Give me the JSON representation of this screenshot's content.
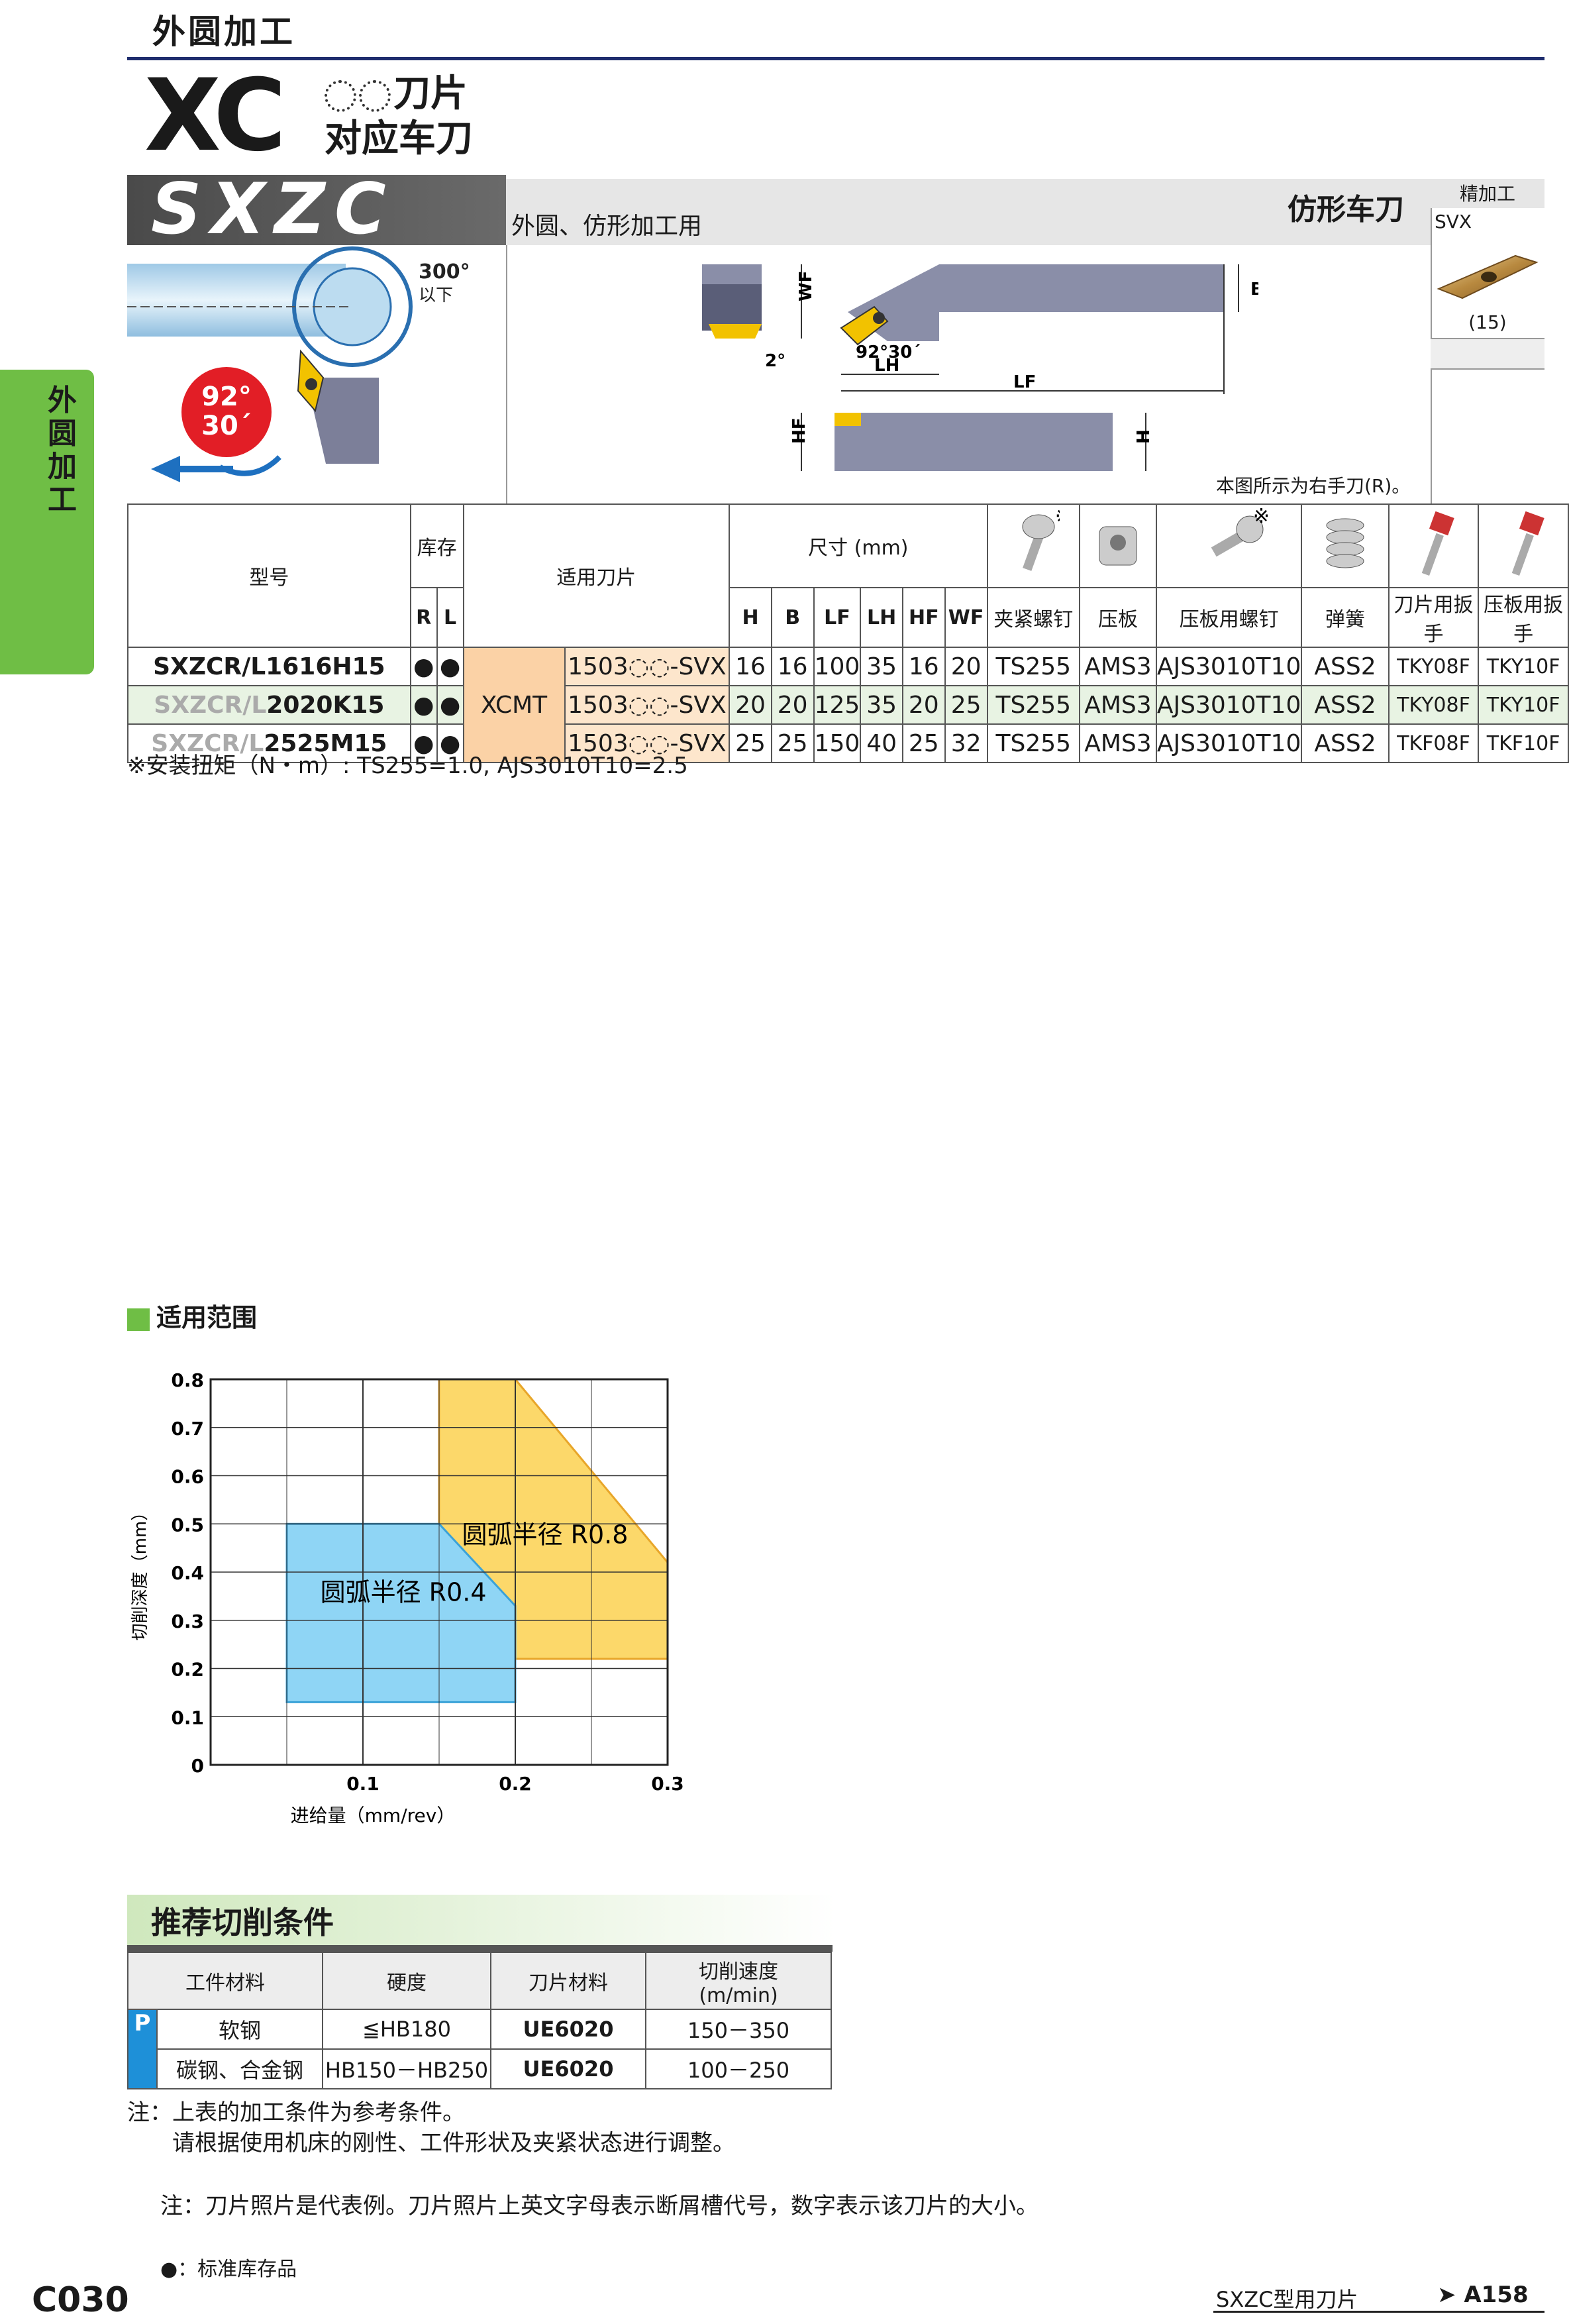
{
  "header": {
    "section": "外圆加工",
    "series": "XC",
    "sub_line1": "刀片",
    "sub_line2": "对应车刀"
  },
  "brand": {
    "name": "SXZC",
    "usage": "外圆、仿形加工用",
    "type": "仿形车刀"
  },
  "side_tab": {
    "label": "外圆加工"
  },
  "insert_box": {
    "grade": "精加工",
    "code": "SVX",
    "count": "(15)"
  },
  "diagram": {
    "angle_top": "300°",
    "angle_top_sub": "以下",
    "angle_red_1": "92°",
    "angle_red_2": "30´",
    "dim_WF": "WF",
    "dim_B": "B",
    "dim_LH": "LH",
    "dim_LF": "LF",
    "dim_HF": "HF",
    "dim_H": "H",
    "angle_main": "92°30´",
    "angle_small": "2°",
    "note": "本图所示为右手刀(R)。"
  },
  "table": {
    "h_model": "型号",
    "h_stock": "库存",
    "h_R": "R",
    "h_L": "L",
    "h_insert": "适用刀片",
    "h_dims": "尺寸 (mm)",
    "dim_cols": [
      "H",
      "B",
      "LF",
      "LH",
      "HF",
      "WF"
    ],
    "part_cols": [
      "夹紧螺钉",
      "压板",
      "压板用螺钉",
      "弹簧",
      "刀片用扳手",
      "压板用扳手"
    ],
    "mark": "※",
    "insert_family": "XCMT",
    "rows": [
      {
        "model_prefix": "",
        "model": "SXZCR/L1616H15",
        "R": "●",
        "L": "●",
        "insert": "1503◌◌-SVX",
        "dims": [
          "16",
          "16",
          "100",
          "35",
          "16",
          "20"
        ],
        "parts": [
          "TS255",
          "AMS3",
          "AJS3010T10",
          "ASS2",
          "TKY08F",
          "TKY10F"
        ]
      },
      {
        "model_prefix": "SXZCR/L",
        "model": "2020K15",
        "R": "●",
        "L": "●",
        "insert": "1503◌◌-SVX",
        "dims": [
          "20",
          "20",
          "125",
          "35",
          "20",
          "25"
        ],
        "parts": [
          "TS255",
          "AMS3",
          "AJS3010T10",
          "ASS2",
          "TKY08F",
          "TKY10F"
        ]
      },
      {
        "model_prefix": "SXZCR/L",
        "model": "2525M15",
        "R": "●",
        "L": "●",
        "insert": "1503◌◌-SVX",
        "dims": [
          "25",
          "25",
          "150",
          "40",
          "25",
          "32"
        ],
        "parts": [
          "TS255",
          "AMS3",
          "AJS3010T10",
          "ASS2",
          "TKF08F",
          "TKF10F"
        ]
      }
    ],
    "torque_note": "※安装扭矩（N・m）: TS255=1.0, AJS3010T10=2.5"
  },
  "range_section": {
    "title": "适用范围"
  },
  "chart_data": {
    "type": "area",
    "xlabel": "进给量（mm/rev）",
    "ylabel": "切削深度（mm）",
    "xlim": [
      0,
      0.3
    ],
    "ylim": [
      0,
      0.8
    ],
    "xticks": [
      "0.1",
      "0.2",
      "0.3"
    ],
    "yticks": [
      "0",
      "0.1",
      "0.2",
      "0.3",
      "0.4",
      "0.5",
      "0.6",
      "0.7",
      "0.8"
    ],
    "grid": true,
    "series": [
      {
        "name": "圆弧半径 R0.8",
        "color": "#fcd86a",
        "polygon": [
          [
            0.15,
            0.22
          ],
          [
            0.15,
            0.8
          ],
          [
            0.2,
            0.8
          ],
          [
            0.3,
            0.42
          ],
          [
            0.3,
            0.22
          ]
        ]
      },
      {
        "name": "圆弧半径 R0.4",
        "color": "#8fd5f5",
        "polygon": [
          [
            0.05,
            0.13
          ],
          [
            0.05,
            0.5
          ],
          [
            0.15,
            0.5
          ],
          [
            0.2,
            0.33
          ],
          [
            0.2,
            0.13
          ]
        ]
      }
    ]
  },
  "recommend": {
    "title": "推荐切削条件",
    "headers": [
      "工件材料",
      "硬度",
      "刀片材料",
      "切削速度",
      "(m/min)"
    ],
    "group": "P",
    "rows": [
      {
        "material": "软钢",
        "hardness": "≦HB180",
        "grade": "UE6020",
        "speed": "150－350"
      },
      {
        "material": "碳钢、合金钢",
        "hardness": "HB150－HB250",
        "grade": "UE6020",
        "speed": "100－250"
      }
    ],
    "note1": "注：上表的加工条件为参考条件。",
    "note2": "　　请根据使用机床的刚性、工件形状及夹紧状态进行调整。",
    "note3": "注：刀片照片是代表例。刀片照片上英文字母表示断屑槽代号，数字表示该刀片的大小。",
    "legend": "●：标准库存品"
  },
  "footer": {
    "page": "C030",
    "ref_text": "SXZC型用刀片",
    "ref_page": "➤ A158"
  }
}
